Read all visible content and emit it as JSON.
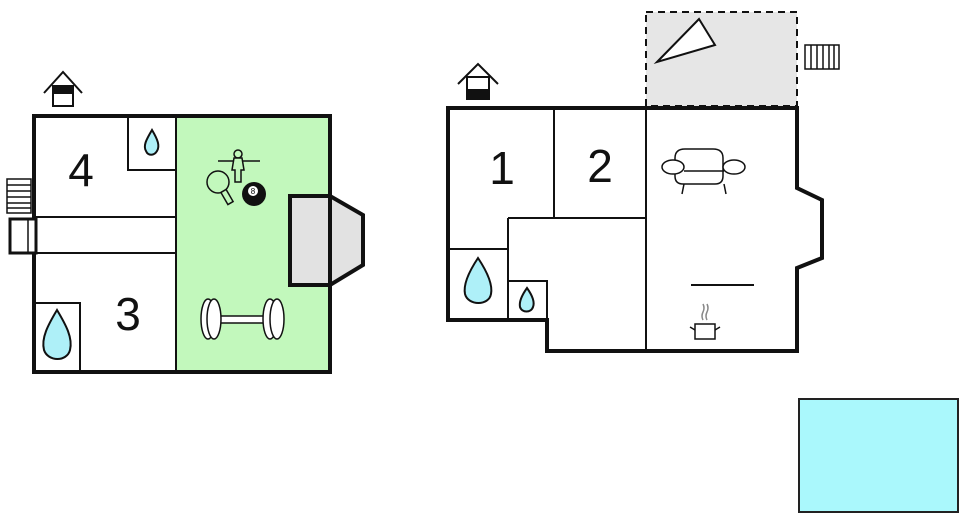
{
  "colors": {
    "activity_room": "#c2f8bc",
    "bay": "#e2e2e2",
    "terrace": "#e6e6e6",
    "pool": "#aaf8fc",
    "water": "#aef0f8"
  },
  "left_building": {
    "rooms": [
      {
        "label": "4",
        "type": "bedroom"
      },
      {
        "label": "3",
        "type": "bedroom"
      }
    ],
    "icons": [
      "entrance-icon",
      "stairs-icon",
      "bathroom-icon",
      "foosball-icon",
      "table-tennis-icon",
      "billiard-ball-icon",
      "dumbbell-icon"
    ],
    "billiard_ball_number": "8"
  },
  "right_building": {
    "rooms": [
      {
        "label": "1",
        "type": "bedroom"
      },
      {
        "label": "2",
        "type": "bedroom"
      }
    ],
    "icons": [
      "entrance-icon",
      "terrace-icon",
      "stairs-icon",
      "sofa-icon",
      "kitchen-pot-icon",
      "bathroom-icon"
    ]
  },
  "pool": {
    "icon": "pool-icon"
  }
}
